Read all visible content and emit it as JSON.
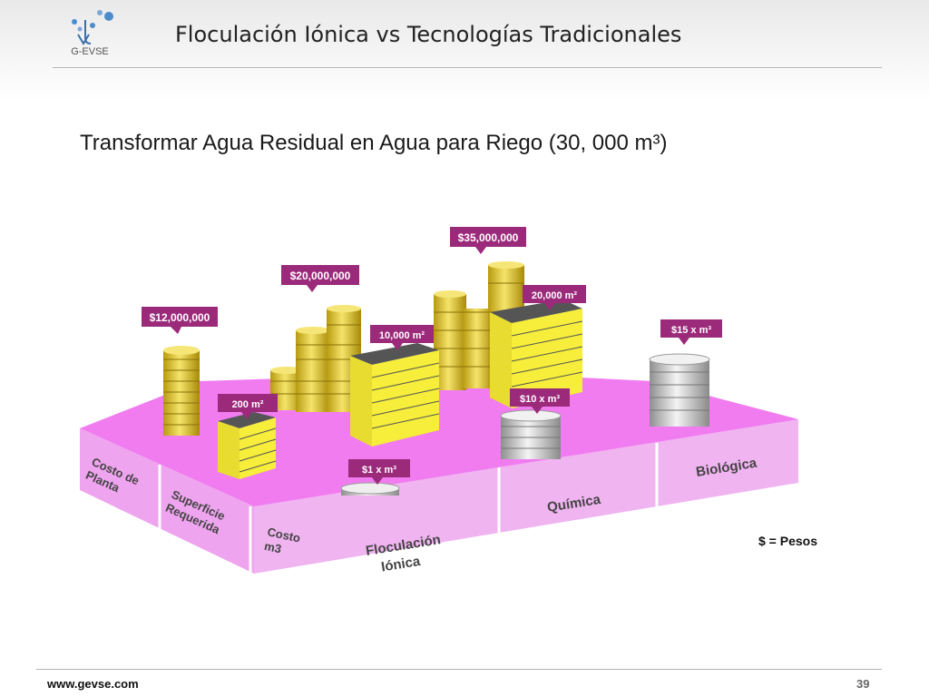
{
  "header": {
    "title": "Floculación Iónica vs Tecnologías Tradicionales",
    "logo_text": "G-EVSE"
  },
  "subtitle": "Transformar Agua Residual en Agua para Riego (30, 000 m³)",
  "rows": {
    "costo_planta": [
      "Costo de",
      "Planta"
    ],
    "superficie": [
      "Superficie",
      "Requerida"
    ],
    "costo_m3": [
      "Costo",
      "m3"
    ]
  },
  "columns": {
    "floculacion": [
      "Floculación",
      "Iónica"
    ],
    "quimica": "Química",
    "biologica": "Biológica"
  },
  "labels": {
    "plant_cost_flocculation": "$12,000,000",
    "plant_cost_chemical": "$20,000,000",
    "plant_cost_biological": "$35,000,000",
    "surface_flocculation": "200 m²",
    "surface_chemical": "10,000 m²",
    "surface_biological": "20,000 m²",
    "cost_flocculation": "$1 x m³",
    "cost_chemical": "$10 x m³",
    "cost_biological": "$15 x m³"
  },
  "legend": "$ = Pesos",
  "footer": {
    "url": "www.gevse.com",
    "page": "39"
  },
  "colors": {
    "platform": "#ee82ee",
    "platform_side": "#dc6fdc",
    "callout": "#9b2a7a",
    "coin_gold": "#e8d032",
    "building_yellow": "#f6ee3a"
  }
}
